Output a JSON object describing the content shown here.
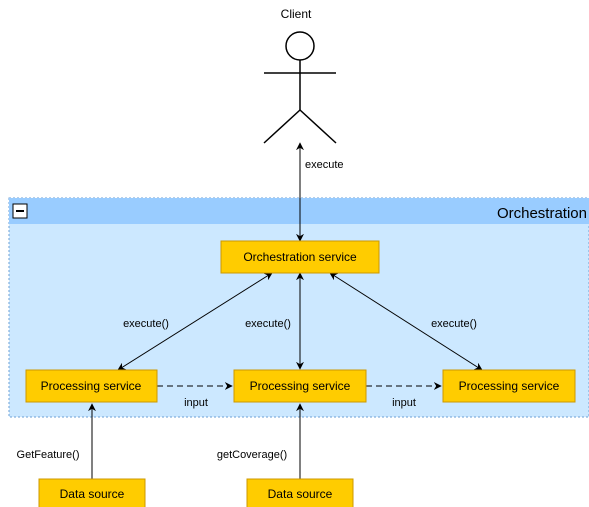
{
  "actor": {
    "label": "Client"
  },
  "group": {
    "title": "Orchestration",
    "collapse_symbol": "−"
  },
  "nodes": {
    "orchestration": "Orchestration service",
    "processing_left": "Processing service",
    "processing_middle": "Processing service",
    "processing_right": "Processing service",
    "datasource_left": "Data source",
    "datasource_middle": "Data source"
  },
  "edges": {
    "client_execute": "execute",
    "execute_left": "execute()",
    "execute_middle": "execute()",
    "execute_right": "execute()",
    "input_left": "input",
    "input_right": "input",
    "getfeature": "GetFeature()",
    "getcoverage": "getCoverage()"
  },
  "colors": {
    "node_fill": "#ffcc00",
    "node_stroke": "#cc9900",
    "group_fill": "#cce8ff",
    "group_header": "#99ccff",
    "group_border": "#6b9fd6",
    "line": "#000000"
  }
}
